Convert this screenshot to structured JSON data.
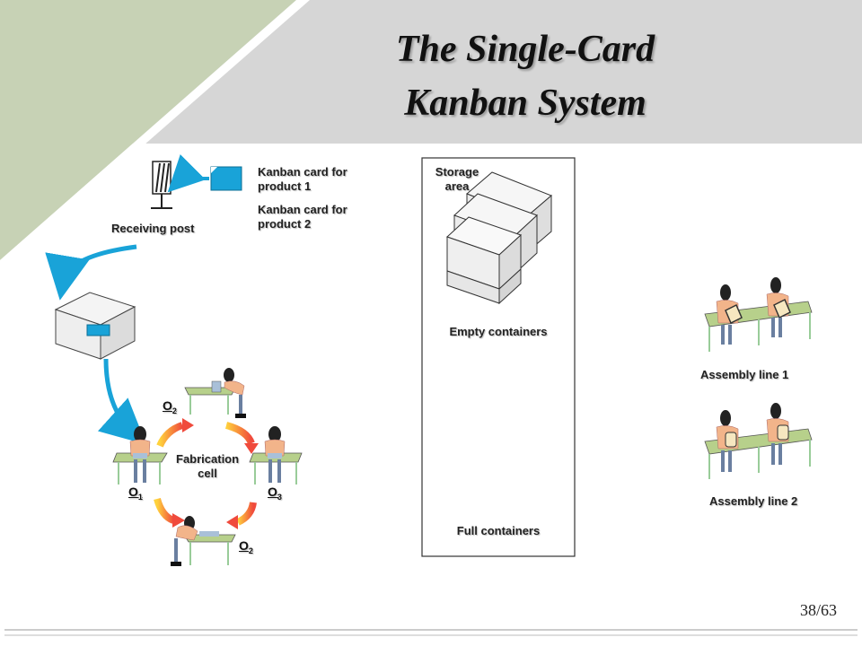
{
  "title": {
    "line1": "The Single-Card",
    "line2": "Kanban System"
  },
  "labels": {
    "receiving_post": "Receiving post",
    "kanban_card_1": "Kanban card for product 1",
    "kanban_card_2": "Kanban card for product 2",
    "storage_area": "Storage area",
    "empty_containers": "Empty containers",
    "full_containers": "Full containers",
    "fabrication_cell": "Fabrication cell",
    "assembly_line_1": "Assembly line 1",
    "assembly_line_2": "Assembly line 2"
  },
  "operators": {
    "o2_top": {
      "letter": "O",
      "sub": "2"
    },
    "o3": {
      "letter": "O",
      "sub": "3"
    },
    "o1": {
      "letter": "O",
      "sub": "1"
    },
    "o2_bottom": {
      "letter": "O",
      "sub": "2"
    }
  },
  "page_number": "38/63",
  "colors": {
    "accent_blue": "#19a3d8",
    "bench_green": "#b7d08b",
    "skin": "#f2b48a",
    "slide_band": "#c8d2b6"
  }
}
